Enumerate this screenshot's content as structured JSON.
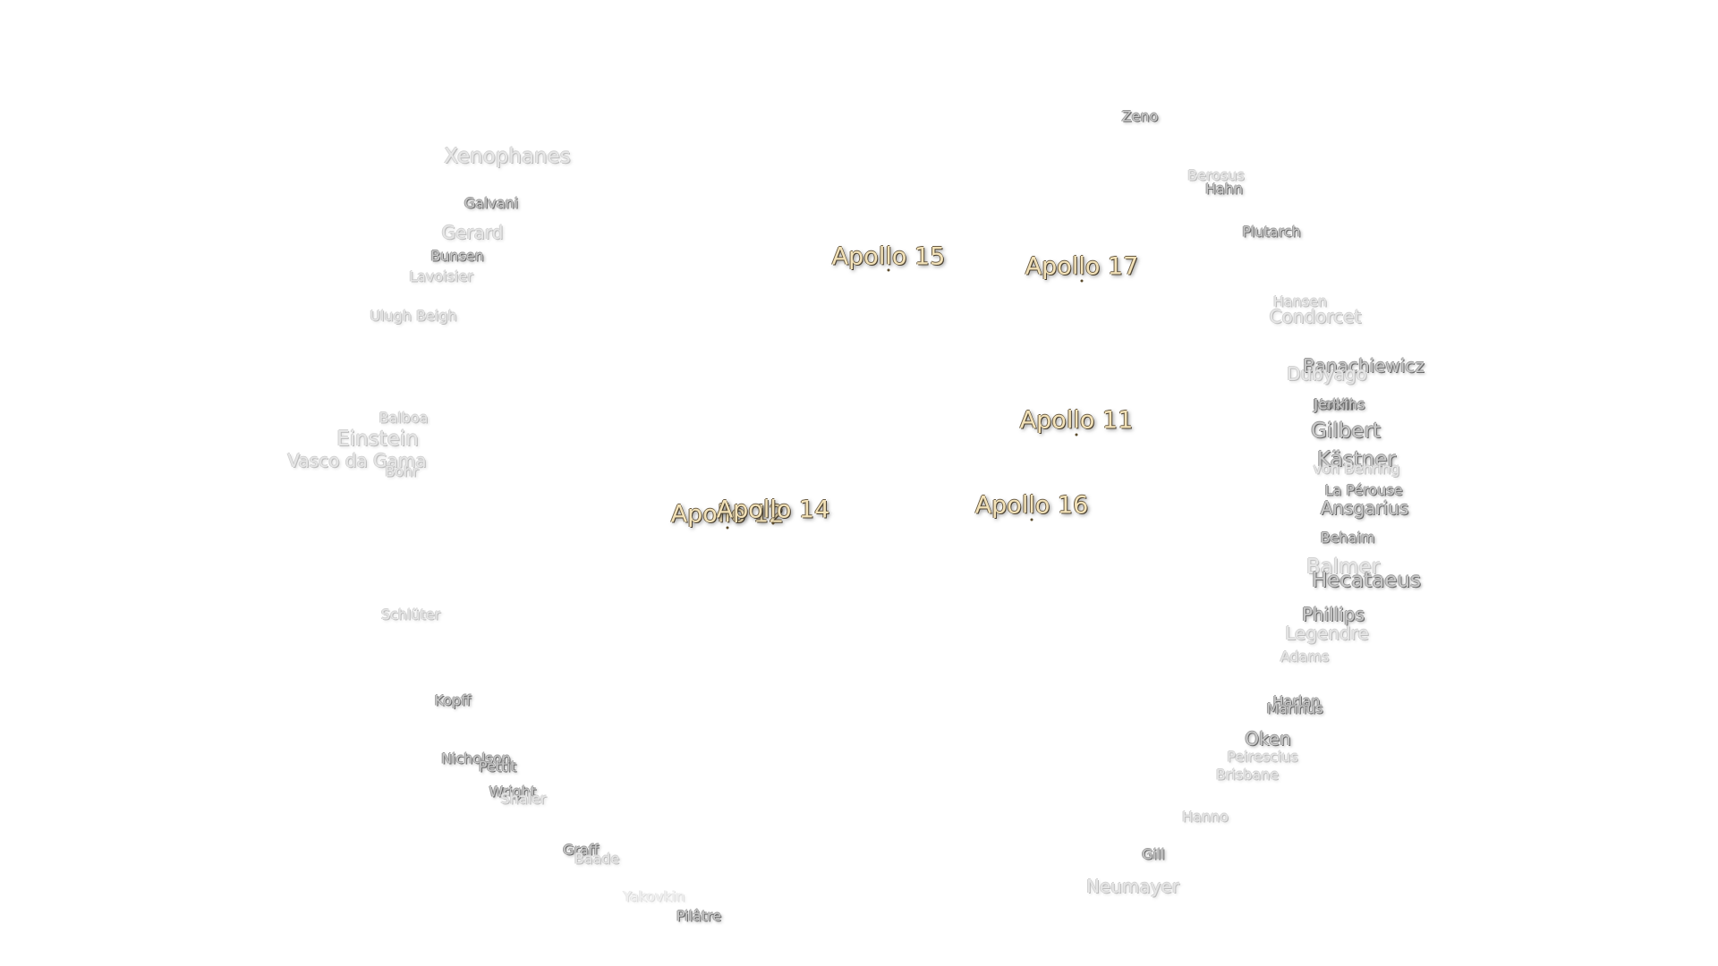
{
  "map": {
    "apollo_sites": [
      {
        "id": "apollo-15",
        "label": "Apollo 15"
      },
      {
        "id": "apollo-17",
        "label": "Apollo 17"
      },
      {
        "id": "apollo-11",
        "label": "Apollo 11"
      },
      {
        "id": "apollo-16",
        "label": "Apollo 16"
      },
      {
        "id": "apollo-12",
        "label": "Apollo 12"
      },
      {
        "id": "apollo-14",
        "label": "Apollo 14"
      }
    ],
    "craters": [
      {
        "id": "xenophanes",
        "label": "Xenophanes"
      },
      {
        "id": "galvani",
        "label": "Galvani"
      },
      {
        "id": "gerard",
        "label": "Gerard"
      },
      {
        "id": "bunsen",
        "label": "Bunsen"
      },
      {
        "id": "lavoisier",
        "label": "Lavoisier"
      },
      {
        "id": "ulugh-beigh",
        "label": "Ulugh Beigh"
      },
      {
        "id": "balboa",
        "label": "Balboa"
      },
      {
        "id": "einstein",
        "label": "Einstein"
      },
      {
        "id": "vasco-da-gama",
        "label": "Vasco da Gama"
      },
      {
        "id": "bohr",
        "label": "Bohr"
      },
      {
        "id": "schluter",
        "label": "Schlüter"
      },
      {
        "id": "kopff",
        "label": "Kopff"
      },
      {
        "id": "nicholson",
        "label": "Nicholson"
      },
      {
        "id": "pettit",
        "label": "Pettit"
      },
      {
        "id": "wright",
        "label": "Wright"
      },
      {
        "id": "shaler",
        "label": "Shaler"
      },
      {
        "id": "graff",
        "label": "Graff"
      },
      {
        "id": "baade",
        "label": "Baade"
      },
      {
        "id": "yakovkin",
        "label": "Yakovkin"
      },
      {
        "id": "pilatre",
        "label": "Pilâtre"
      },
      {
        "id": "zeno",
        "label": "Zeno"
      },
      {
        "id": "berosus",
        "label": "Berosus"
      },
      {
        "id": "hahn",
        "label": "Hahn"
      },
      {
        "id": "plutarch",
        "label": "Plutarch"
      },
      {
        "id": "hansen",
        "label": "Hansen"
      },
      {
        "id": "condorcet",
        "label": "Condorcet"
      },
      {
        "id": "banachiewicz",
        "label": "Banachiewicz"
      },
      {
        "id": "dubyago",
        "label": "Dubyago"
      },
      {
        "id": "nobili",
        "label": "Nobili"
      },
      {
        "id": "jenkins",
        "label": "Jenkins"
      },
      {
        "id": "gilbert",
        "label": "Gilbert"
      },
      {
        "id": "kastner",
        "label": "Kästner"
      },
      {
        "id": "von-behring",
        "label": "von Behring"
      },
      {
        "id": "la-perouse",
        "label": "La Pérouse"
      },
      {
        "id": "ansgarius",
        "label": "Ansgarius"
      },
      {
        "id": "behaim",
        "label": "Behaim"
      },
      {
        "id": "balmer",
        "label": "Balmer"
      },
      {
        "id": "hecataeus",
        "label": "Hecataeus"
      },
      {
        "id": "phillips",
        "label": "Phillips"
      },
      {
        "id": "legendre",
        "label": "Legendre"
      },
      {
        "id": "adams",
        "label": "Adams"
      },
      {
        "id": "harlan",
        "label": "Harlan"
      },
      {
        "id": "marinus",
        "label": "Marinus"
      },
      {
        "id": "oken",
        "label": "Oken"
      },
      {
        "id": "peiresc",
        "label": "Peirescius"
      },
      {
        "id": "brisbane",
        "label": "Brisbane"
      },
      {
        "id": "hanno",
        "label": "Hanno"
      },
      {
        "id": "gill",
        "label": "Gill"
      },
      {
        "id": "neumayer",
        "label": "Neumayer"
      }
    ]
  }
}
